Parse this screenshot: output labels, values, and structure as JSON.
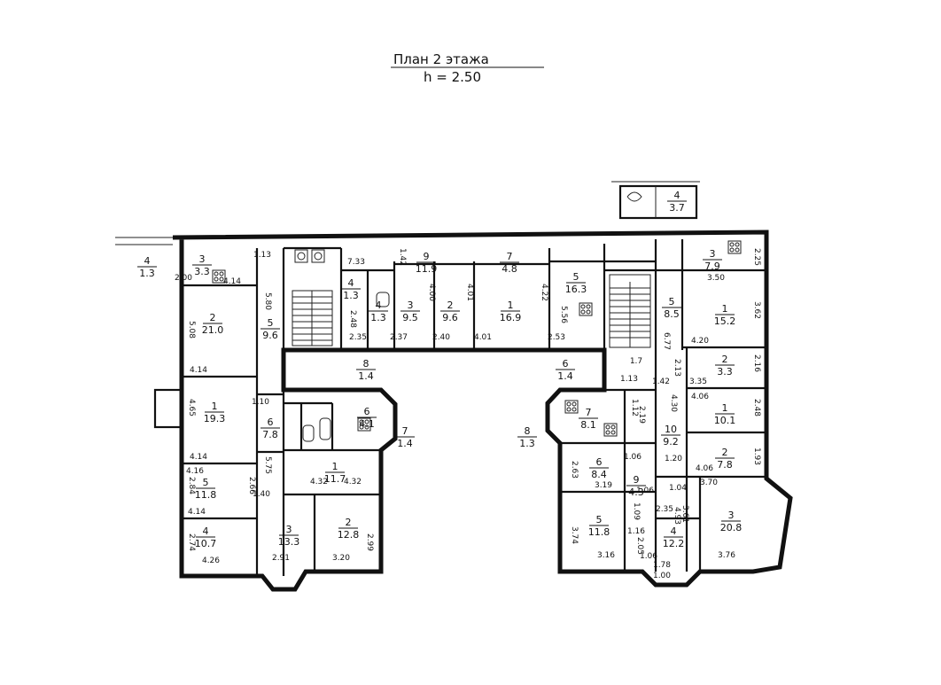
{
  "title": {
    "line1": "План 2 этажа",
    "line2": "h = 2.50"
  },
  "rooms": [
    {
      "n": "4",
      "a": "1.3"
    },
    {
      "n": "3",
      "a": "3.3"
    },
    {
      "n": "2",
      "a": "21.0"
    },
    {
      "n": "1",
      "a": "19.3"
    },
    {
      "n": "5",
      "a": "11.8"
    },
    {
      "n": "4",
      "a": "10.7"
    },
    {
      "n": "5",
      "a": "9.6"
    },
    {
      "n": "6",
      "a": "7.8"
    },
    {
      "n": "1",
      "a": "11.7"
    },
    {
      "n": "3",
      "a": "13.3"
    },
    {
      "n": "2",
      "a": "12.8"
    },
    {
      "n": "4",
      "a": "1.3"
    },
    {
      "n": "8",
      "a": "1.4"
    },
    {
      "n": "6",
      "a": "4.1"
    },
    {
      "n": "7",
      "a": "1.4"
    },
    {
      "n": "9",
      "a": "11.9"
    },
    {
      "n": "7",
      "a": "4.8"
    },
    {
      "n": "4",
      "a": "1.3"
    },
    {
      "n": "3",
      "a": "9.5"
    },
    {
      "n": "2",
      "a": "9.6"
    },
    {
      "n": "1",
      "a": "16.9"
    },
    {
      "n": "5",
      "a": "16.3"
    },
    {
      "n": "8",
      "a": "1.3"
    },
    {
      "n": "6",
      "a": "1.4"
    },
    {
      "n": "4",
      "a": "3.7"
    },
    {
      "n": "3",
      "a": "7.9"
    },
    {
      "n": "5",
      "a": "8.5"
    },
    {
      "n": "1",
      "a": "15.2"
    },
    {
      "n": "2",
      "a": "3.3"
    },
    {
      "n": "1",
      "a": "10.1"
    },
    {
      "n": "10",
      "a": "9.2"
    },
    {
      "n": "2",
      "a": "7.8"
    },
    {
      "n": "7",
      "a": "8.1"
    },
    {
      "n": "6",
      "a": "8.4"
    },
    {
      "n": "9",
      "a": "4.3"
    },
    {
      "n": "5",
      "a": "11.8"
    },
    {
      "n": "4",
      "a": "12.2"
    },
    {
      "n": "3",
      "a": "20.8"
    }
  ],
  "dims": [
    "2.00",
    "4.14",
    "5.08",
    "4.14",
    "4.65",
    "4.14",
    "4.16",
    "2.66",
    "2.84",
    "4.14",
    "2.74",
    "4.26",
    "1.13",
    "5.80",
    "1.10",
    "5.75",
    "1.40",
    "4.32",
    "4.32",
    "2.91",
    "3.20",
    "2.99",
    "7.33",
    "1.42",
    "2.35",
    "2.37",
    "2.40",
    "4.01",
    "2.53",
    "4.00",
    "4.01",
    "4.22",
    "5.56",
    "2.48",
    "2.25",
    "3.50",
    "3.62",
    "4.20",
    "2.16",
    "3.35",
    "4.06",
    "2.48",
    "1.93",
    "4.06",
    "3.70",
    "4.93",
    "3.76",
    "3.16",
    "3.19",
    "3.74",
    "2.63",
    "1.06",
    "1.16",
    "2.35",
    "1.04",
    "1.78",
    "1.00",
    "2.05",
    "1.06",
    "6.77",
    "2.13",
    "1.42",
    "1.20",
    "4.30",
    "1.12",
    "2.19",
    "3.61",
    "1.09",
    "1.13",
    "1.7",
    "1.06"
  ],
  "icons": {
    "stairs": "stairs-icon",
    "stove": "stove-icon",
    "bath": "bathtub-icon",
    "toilet": "toilet-icon"
  }
}
